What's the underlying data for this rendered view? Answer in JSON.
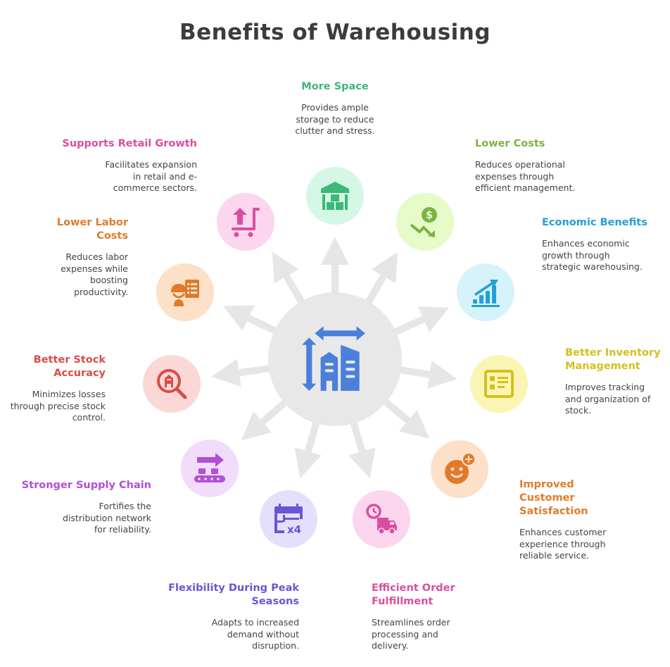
{
  "title": "Benefits of Warehousing",
  "center": {
    "icon": "building-dimensions-icon",
    "color": "#4a7fdb",
    "bg": "#e8e8e8"
  },
  "benefits": [
    {
      "id": "more-space",
      "title": "More Space",
      "desc": "Provides ample storage to reduce clutter and stress.",
      "icon": "warehouse-icon",
      "color": "#3cb878",
      "bg": "#d5f7e6"
    },
    {
      "id": "lower-costs",
      "title": "Lower Costs",
      "desc": "Reduces operational expenses through efficient management.",
      "icon": "dollar-down-trend-icon",
      "color": "#7cb342",
      "bg": "#e6fbc8"
    },
    {
      "id": "economic-benefits",
      "title": "Economic Benefits",
      "desc": "Enhances economic growth through strategic warehousing.",
      "icon": "growth-chart-icon",
      "color": "#23a0d4",
      "bg": "#d6f3fc"
    },
    {
      "id": "better-inventory",
      "title": "Better Inventory Management",
      "desc": "Improves tracking and organization of stock.",
      "icon": "checklist-icon",
      "color": "#d4bf1e",
      "bg": "#fbf5b4"
    },
    {
      "id": "customer-satisfaction",
      "title": "Improved Customer Satisfaction",
      "desc": "Enhances customer experience through reliable service.",
      "icon": "smiley-plus-icon",
      "color": "#e07b2c",
      "bg": "#fde0c8"
    },
    {
      "id": "order-fulfillment",
      "title": "Efficient Order Fulfillment",
      "desc": "Streamlines order processing and delivery.",
      "icon": "delivery-truck-clock-icon",
      "color": "#d94ea0",
      "bg": "#fbd6ee"
    },
    {
      "id": "peak-seasons",
      "title": "Flexibility During Peak Seasons",
      "desc": "Adapts to increased demand without disruption.",
      "icon": "calendar-x4-icon",
      "color": "#6b55d6",
      "bg": "#e4e0fb"
    },
    {
      "id": "supply-chain",
      "title": "Stronger Supply Chain",
      "desc": "Fortifies the distribution network for reliability.",
      "icon": "conveyor-belt-icon",
      "color": "#b04fd9",
      "bg": "#f1dcfb"
    },
    {
      "id": "stock-accuracy",
      "title": "Better Stock Accuracy",
      "desc": "Minimizes losses through precise stock control.",
      "icon": "magnifier-warehouse-icon",
      "color": "#d94d48",
      "bg": "#fbd8d6"
    },
    {
      "id": "labor-costs",
      "title": "Lower Labor Costs",
      "desc": "Reduces labor expenses while boosting productivity.",
      "icon": "worker-clipboard-icon",
      "color": "#e07b2c",
      "bg": "#fde0c8"
    },
    {
      "id": "retail-growth",
      "title": "Supports Retail Growth",
      "desc": "Facilitates expansion in retail and e-commerce sectors.",
      "icon": "cart-arrow-up-icon",
      "color": "#d94ea0",
      "bg": "#fbd6ee"
    }
  ]
}
